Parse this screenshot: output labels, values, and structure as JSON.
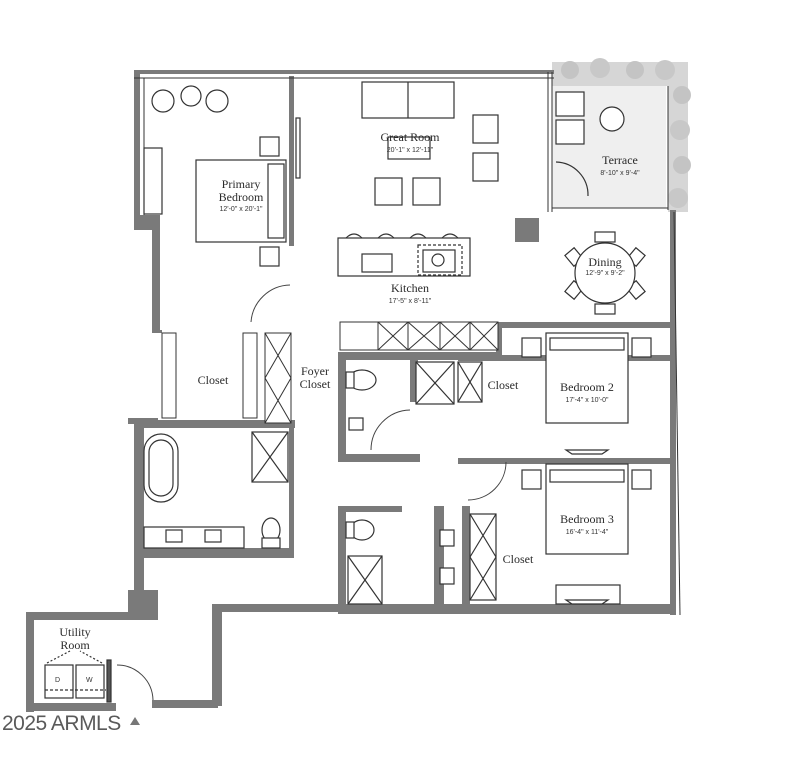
{
  "plan": {
    "type": "floor plan",
    "wall_color": "#7a7a7a",
    "line_color": "#333333",
    "terrace_fill": "#efefef",
    "foliage_color": "#c9c9c9"
  },
  "rooms": {
    "primary_bedroom": {
      "name_line1": "Primary",
      "name_line2": "Bedroom",
      "dims": "12'-0\" x 20'-1\""
    },
    "great_room": {
      "name": "Great Room",
      "dims": "20'-1\" x 12'-11\""
    },
    "terrace": {
      "name": "Terrace",
      "dims": "8'-10\" x 9'-4\""
    },
    "dining": {
      "name": "Dining",
      "dims": "12'-9\" x 9'-2\""
    },
    "kitchen": {
      "name": "Kitchen",
      "dims": "17'-5\" x 8'-11\""
    },
    "primary_closet": {
      "name": "Closet"
    },
    "foyer_closet": {
      "name_line1": "Foyer",
      "name_line2": "Closet"
    },
    "bedroom2_closet": {
      "name": "Closet"
    },
    "bedroom2": {
      "name": "Bedroom 2",
      "dims": "17'-4\" x 10'-0\""
    },
    "bedroom3": {
      "name": "Bedroom 3",
      "dims": "16'-4\" x 11'-4\""
    },
    "bedroom3_closet": {
      "name": "Closet"
    },
    "utility_room": {
      "name_line1": "Utility",
      "name_line2": "Room"
    }
  },
  "appliances": {
    "dryer": "D",
    "washer": "W"
  },
  "footer": {
    "copyright": "2025 ARMLS"
  }
}
